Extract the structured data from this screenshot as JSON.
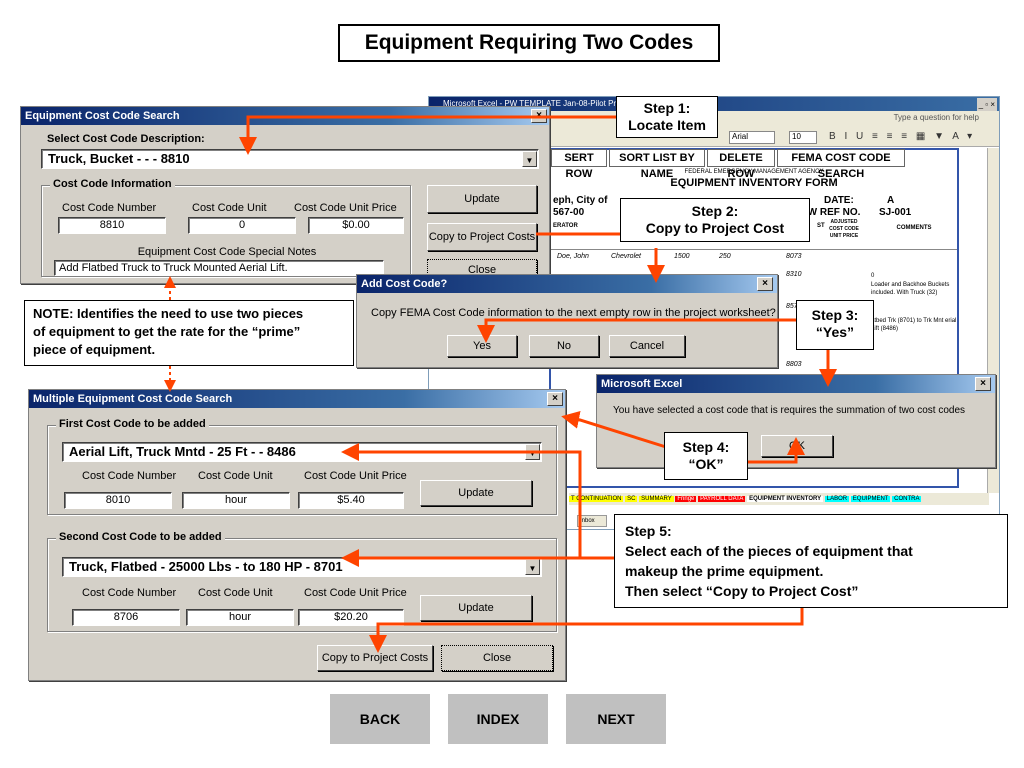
{
  "slide_title": "Equipment Requiring Two Codes",
  "search_window": {
    "title": "Equipment Cost Code Search",
    "select_label": "Select Cost Code Description:",
    "selected_value": "Truck, Bucket -  -  - 8810",
    "group_label": "Cost Code Information",
    "col_number": "Cost Code Number",
    "col_unit": "Cost Code Unit",
    "col_price": "Cost Code Unit Price",
    "number_value": "8810",
    "unit_value": "0",
    "price_value": "$0.00",
    "notes_label": "Equipment Cost Code Special Notes",
    "notes_value": "Add Flatbed Truck to Truck Mounted Aerial Lift.",
    "update_btn": "Update",
    "copy_btn": "Copy to Project Costs",
    "close_btn": "Close"
  },
  "excel": {
    "title": "Microsoft Excel - PW TEMPLATE Jan-08-Pilot Program",
    "help_placeholder": "Type a question for help",
    "font_name": "Arial",
    "font_size": "10",
    "buttons": [
      "SERT ROW",
      "SORT LIST BY NAME",
      "DELETE ROW",
      "FEMA COST CODE SEARCH"
    ],
    "agency": "FEDERAL EMERGENCY MANAGEMENT AGENCY",
    "form_title": "EQUIPMENT INVENTORY FORM",
    "applicant": "eph, City of",
    "number": "567-00",
    "date_label": "DATE:",
    "date_value": "A",
    "pw_ref_label": "PW REF NO.",
    "pw_ref_value": "SJ-001",
    "col_operator": "ERATOR",
    "col_adjusted": "ADJUSTED COST CODE UNIT PRICE",
    "col_comments": "COMMENTS",
    "col_st": "ST",
    "row1": [
      "Doe, John",
      "Chevrolet",
      "1500",
      "250",
      "8073"
    ],
    "codes": [
      "8310",
      "8571",
      "8803"
    ],
    "comment_zero": "0",
    "comment1": "Loader and Backhoe Buckets included. With Truck (32)",
    "comment2": "atbed Trk (8701) to Trk Mnt erial Lift (8486)",
    "sheet_tabs": [
      "T CONTINUATION",
      "SC",
      "SUMMARY",
      "Fringe",
      "PAYROLL DATA",
      "EQUIPMENT INVENTORY",
      "LABOR",
      "EQUIPMENT",
      "CONTRA"
    ],
    "taskbar_item": "Inbox"
  },
  "add_dialog": {
    "title": "Add Cost Code?",
    "message": "Copy FEMA Cost Code information to the next empty row in the project worksheet?",
    "yes": "Yes",
    "no": "No",
    "cancel": "Cancel"
  },
  "msexcel_dialog": {
    "title": "Microsoft Excel",
    "message": "You have selected a cost code that is requires the summation of two cost codes",
    "ok": "OK"
  },
  "multi_window": {
    "title": "Multiple Equipment Cost Code Search",
    "first_group": "First Cost Code to be added",
    "first_value": "Aerial Lift, Truck Mntd - 25 Ft -  - 8486",
    "first_number": "8010",
    "first_unit": "hour",
    "first_price": "$5.40",
    "second_group": "Second Cost Code to be added",
    "second_value": "Truck, Flatbed - 25000 Lbs - to 180 HP - 8701",
    "second_number": "8706",
    "second_unit": "hour",
    "second_price": "$20.20",
    "col_number": "Cost Code Number",
    "col_unit": "Cost Code Unit",
    "col_price": "Cost Code Unit Price",
    "update_btn": "Update",
    "copy_btn": "Copy to Project Costs",
    "close_btn": "Close"
  },
  "callouts": {
    "step1": [
      "Step 1:",
      "Locate Item"
    ],
    "step2": [
      "Step 2:",
      "Copy to Project Cost"
    ],
    "step3": [
      "Step 3:",
      "“Yes”"
    ],
    "step4": [
      "Step 4:",
      "“OK”"
    ],
    "step5": [
      "Step 5:",
      "Select each of the pieces of equipment that",
      "makeup the prime equipment.",
      "Then select “Copy to Project Cost”"
    ],
    "note": [
      "NOTE: Identifies the need to use two pieces",
      "of equipment to get the rate for the “prime”",
      "piece of equipment."
    ]
  },
  "nav": {
    "back": "BACK",
    "index": "INDEX",
    "next": "NEXT"
  },
  "colors": {
    "arrow": "#ff4400",
    "titlebar": "#0a246a",
    "dialog_bg": "#d4d0c8",
    "excel_border": "#3355aa"
  }
}
